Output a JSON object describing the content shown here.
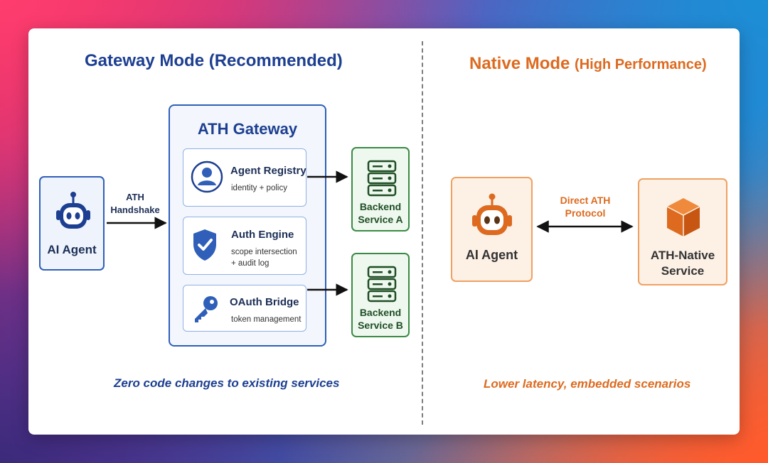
{
  "gateway_mode": {
    "title": "Gateway Mode (Recommended)",
    "caption": "Zero code changes to existing services",
    "agent_label": "AI Agent",
    "handshake_line1": "ATH",
    "handshake_line2": "Handshake",
    "gateway_title": "ATH Gateway",
    "modules": [
      {
        "name": "Agent Registry",
        "desc_line1": "identity + policy",
        "desc_line2": "",
        "icon": "user-icon"
      },
      {
        "name": "Auth Engine",
        "desc_line1": "scope intersection",
        "desc_line2": "+ audit log",
        "icon": "shield-check-icon"
      },
      {
        "name": "OAuth Bridge",
        "desc_line1": "token management",
        "desc_line2": "",
        "icon": "key-icon"
      }
    ],
    "backends": [
      {
        "line1": "Backend",
        "line2": "Service A",
        "icon": "server-icon"
      },
      {
        "line1": "Backend",
        "line2": "Service B",
        "icon": "server-icon"
      }
    ]
  },
  "native_mode": {
    "title_main": "Native Mode",
    "title_paren": "(High Performance)",
    "caption": "Lower latency, embedded scenarios",
    "agent_label": "AI Agent",
    "protocol_line1": "Direct ATH",
    "protocol_line2": "Protocol",
    "service_line1": "ATH-Native",
    "service_line2": "Service",
    "service_icon": "cube-icon"
  },
  "colors": {
    "gateway_blue": "#1d3f91",
    "native_orange": "#dd6a1f",
    "backend_green": "#3a8a45"
  }
}
